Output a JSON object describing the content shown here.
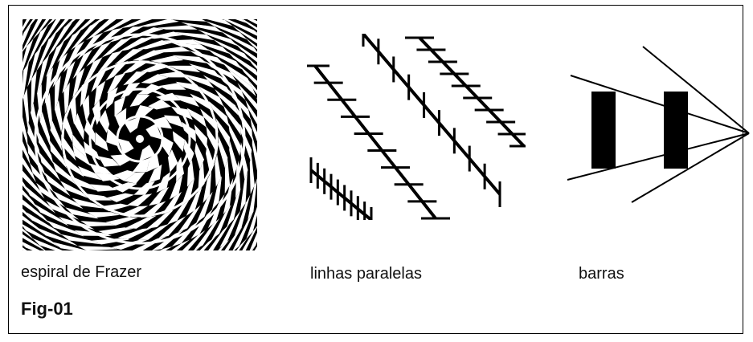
{
  "figure": {
    "label": "Fig-01",
    "panels": [
      {
        "caption": "espiral de Frazer",
        "illustration": "frazer-spiral"
      },
      {
        "caption": "linhas paralelas",
        "illustration": "zollner-parallel-lines"
      },
      {
        "caption": "barras",
        "illustration": "ponzo-bars"
      }
    ]
  },
  "colors": {
    "ink": "#000000",
    "paper": "#ffffff"
  }
}
